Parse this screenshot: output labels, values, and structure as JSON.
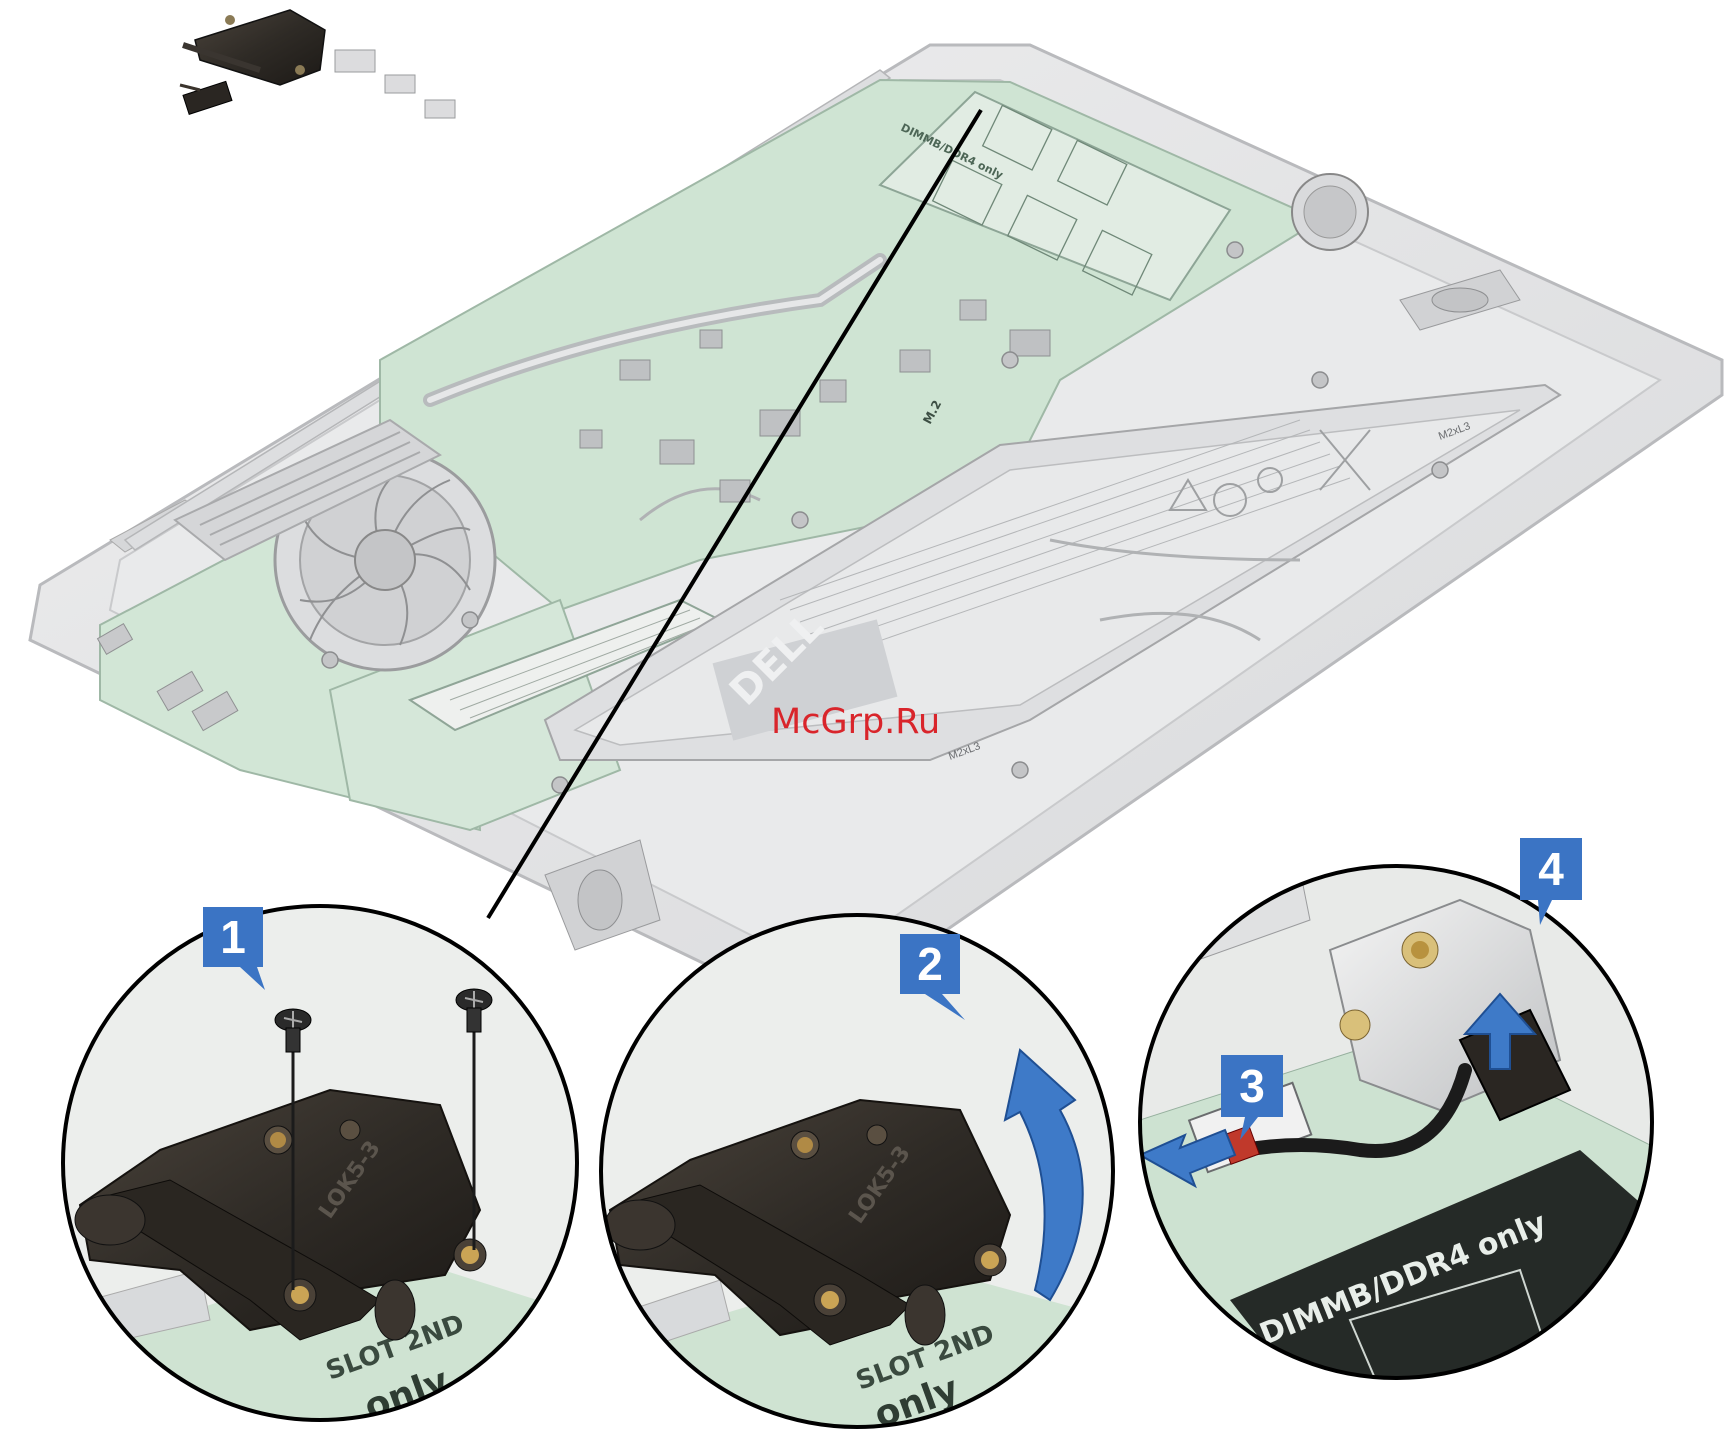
{
  "watermark": "McGrp.Ru",
  "steps": [
    {
      "number": "1"
    },
    {
      "number": "2"
    },
    {
      "number": "3"
    },
    {
      "number": "4"
    }
  ],
  "labels": {
    "battery_brand": "DELL",
    "ssd_label": "M.2",
    "memory_label": "DIMMB/DDR4 only",
    "memory_label_board": "DIMMB/DDR4 only",
    "slot_label": "SLOT\n2ND",
    "only_label": "only",
    "screw_label": "M2xL3",
    "hinge_text": "LOK5-3"
  },
  "colors": {
    "step_badge": "#3b74c4",
    "arrow_blue": "#3e7ac8",
    "board_green": "#cfe4d3",
    "chassis_gray": "#e6e7e8",
    "hinge_metal": "#2f2b26",
    "watermark_red": "#d9252b"
  },
  "icons": [
    "screw-icon",
    "curved-arrow-icon",
    "straight-arrow-icon",
    "up-arrow-icon",
    "fan-icon"
  ]
}
